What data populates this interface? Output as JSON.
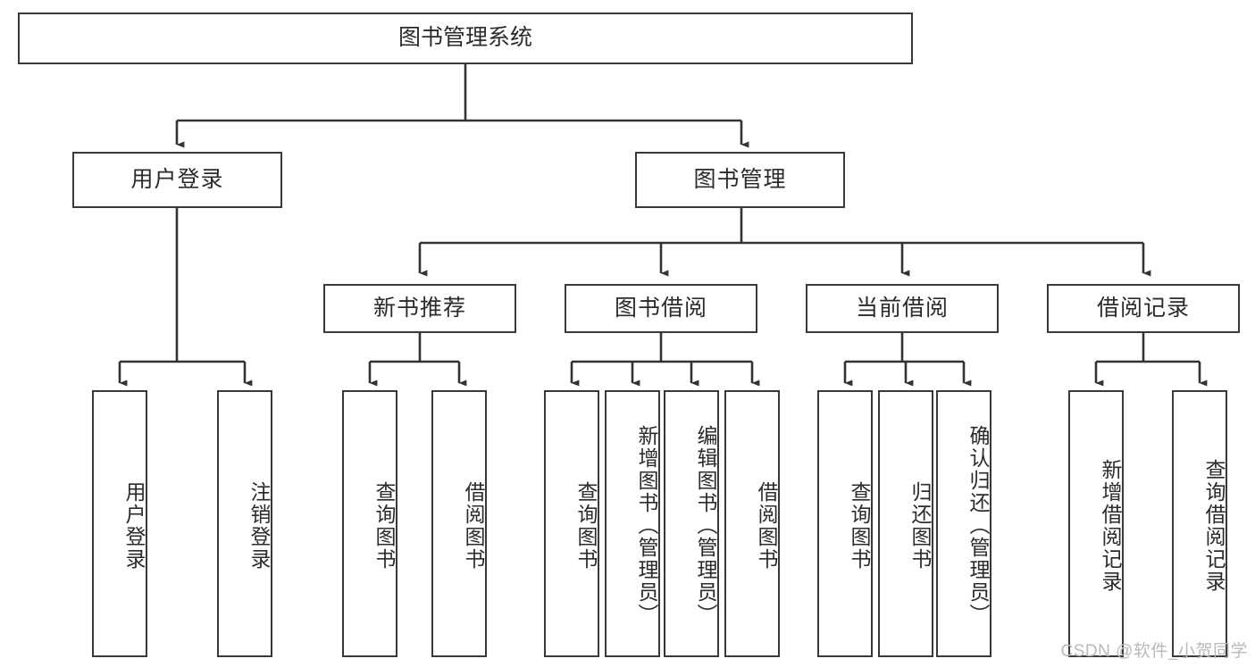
{
  "diagram": {
    "title": "图书管理系统",
    "watermark": "CSDN @软件_小贺同学",
    "style": {
      "box_border_color": "#393939",
      "box_fill_color": "#ffffff",
      "connector_color": "#333333",
      "text_color": "#2b2b2b",
      "watermark_color": "#b9b9b9"
    },
    "root": {
      "label": "图书管理系统"
    },
    "level2": [
      {
        "label": "用户登录"
      },
      {
        "label": "图书管理"
      }
    ],
    "level3": [
      {
        "label": "新书推荐"
      },
      {
        "label": "图书借阅"
      },
      {
        "label": "当前借阅"
      },
      {
        "label": "借阅记录"
      }
    ],
    "leaves": {
      "user_login": [
        {
          "label": "用户登录"
        },
        {
          "label": "注销登录"
        }
      ],
      "new_book_recommend": [
        {
          "label": "查询图书"
        },
        {
          "label": "借阅图书"
        }
      ],
      "book_borrow": [
        {
          "label": "查询图书"
        },
        {
          "label": "新增图书（管理员）"
        },
        {
          "label": "编辑图书（管理员）"
        },
        {
          "label": "借阅图书"
        }
      ],
      "current_borrow": [
        {
          "label": "查询图书"
        },
        {
          "label": "归还图书"
        },
        {
          "label": "确认归还（管理员）"
        }
      ],
      "borrow_record": [
        {
          "label": "新增借阅记录"
        },
        {
          "label": "查询借阅记录"
        }
      ]
    }
  }
}
